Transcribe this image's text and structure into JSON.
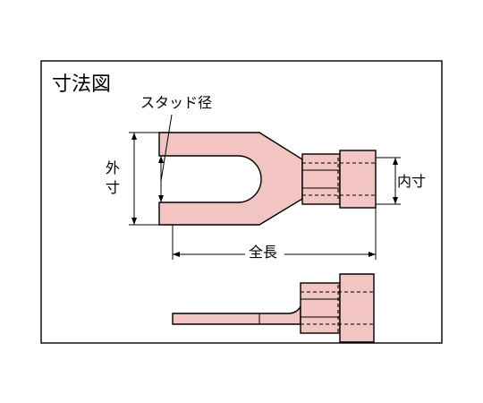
{
  "title": "寸法図",
  "labels": {
    "stud_diameter": "スタッド径",
    "outer_dim_line1": "外",
    "outer_dim_line2": "寸",
    "inner_dim": "内寸",
    "total_length": "全長"
  },
  "colors": {
    "border": "#000000",
    "terminal_fill": "#f2c5c3",
    "background": "#ffffff"
  }
}
